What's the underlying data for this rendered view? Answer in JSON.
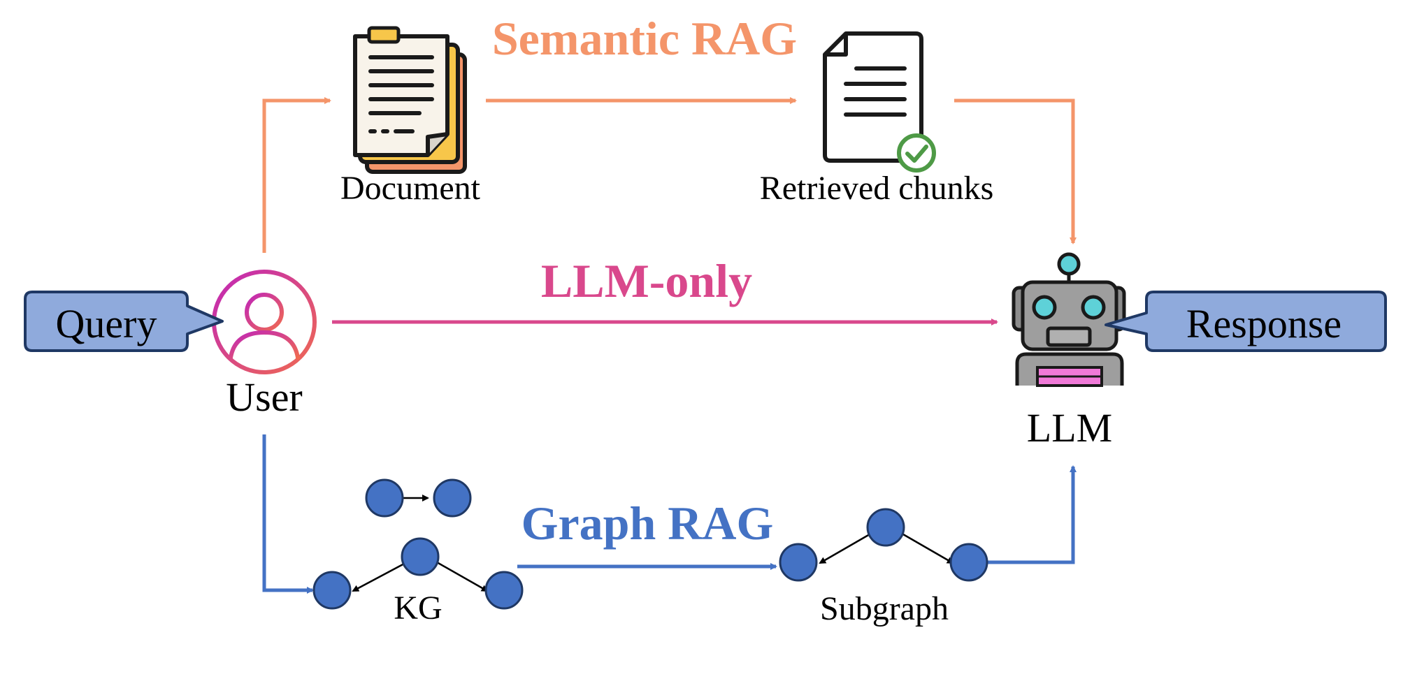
{
  "colors": {
    "semantic": "#F4956A",
    "llm_only": "#D9488C",
    "graph": "#4472C4",
    "node_fill": "#4472C4",
    "callout_fill": "#8FAADC",
    "callout_stroke": "#1F3864"
  },
  "labels": {
    "semantic_rag": "Semantic RAG",
    "llm_only": "LLM-only",
    "graph_rag": "Graph RAG",
    "document": "Document",
    "retrieved_chunks": "Retrieved chunks",
    "user": "User",
    "llm": "LLM",
    "kg": "KG",
    "subgraph": "Subgraph",
    "query": "Query",
    "response": "Response"
  },
  "icons": {
    "document": "document-stack-icon",
    "retrieved": "checked-document-icon",
    "user": "user-icon",
    "llm": "robot-icon"
  }
}
